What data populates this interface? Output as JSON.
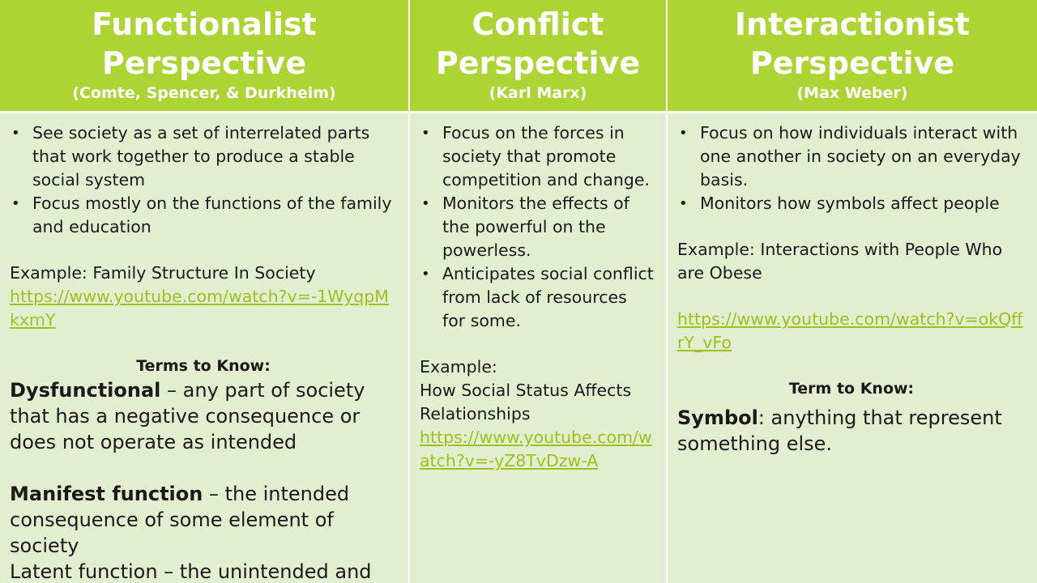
{
  "columns": [
    {
      "title_line1": "Functionalist",
      "title_line2": "Perspective",
      "subtitle": "(Comte, Spencer, & Durkheim)",
      "bullets": [
        "See society as a set of interrelated parts that work together to produce a stable social system",
        "Focus mostly on the functions of the family and education"
      ],
      "example": "Example: Family Structure In Society",
      "link": "https://www.youtube.com/watch?v=-1WyqpMkxmY",
      "terms_heading": "Terms to Know:",
      "terms": [
        {
          "term": "Dysfunctional",
          "def": " – any part of society that has a negative consequence or does not operate as intended"
        },
        {
          "term": "Manifest function",
          "def": " – the intended consequence of some element of society"
        },
        {
          "term": "",
          "def": "Latent function – the unintended and"
        }
      ]
    },
    {
      "title_line1": "Conflict",
      "title_line2": "Perspective",
      "subtitle": "(Karl Marx)",
      "bullets": [
        "Focus on the forces in society that promote competition and change.",
        "Monitors the effects of the powerful on the powerless.",
        "Anticipates social conflict from lack of resources for some."
      ],
      "example_label": "Example:",
      "example": "How Social Status Affects Relationships",
      "link": "https://www.youtube.com/watch?v=-yZ8TvDzw-A"
    },
    {
      "title_line1": "Interactionist",
      "title_line2": "Perspective",
      "subtitle": "(Max Weber)",
      "bullets": [
        "Focus on how individuals interact with one another in society on an everyday basis.",
        "Monitors how symbols affect people"
      ],
      "example": "Example: Interactions with People Who are Obese",
      "link": "https://www.youtube.com/watch?v=okQffrY_vFo",
      "terms_heading": "Term to Know:",
      "terms": [
        {
          "term": "Symbol",
          "def": ": anything that represent something else."
        }
      ]
    }
  ]
}
